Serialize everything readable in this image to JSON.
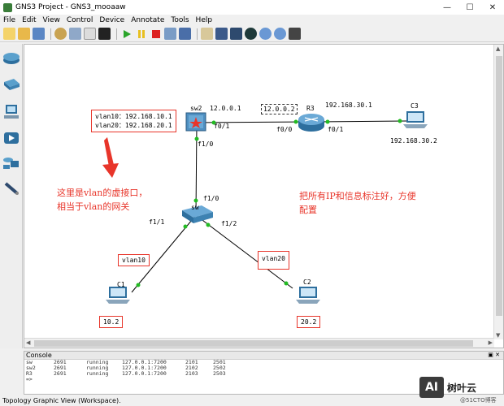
{
  "window": {
    "title": "GNS3 Project - GNS3_mooaaw",
    "minimize": "—",
    "maximize": "☐",
    "close": "✕"
  },
  "menu": [
    "File",
    "Edit",
    "View",
    "Control",
    "Device",
    "Annotate",
    "Tools",
    "Help"
  ],
  "topology": {
    "devices": {
      "sw2": "sw2",
      "r3": "R3",
      "c3": "C3",
      "sw": "sw",
      "c1": "C1",
      "c2": "C2"
    },
    "ips": {
      "sw2_r3": "12.0.0.1",
      "r3_sw2": "12.0.0.2",
      "r3_c3": "192.168.30.1",
      "c3": "192.168.30.2"
    },
    "ports": {
      "sw2_f01": "f0/1",
      "r3_f00": "f0/0",
      "r3_f01": "f0/1",
      "sw2_f10": "f1/0",
      "sw_f10": "f1/0",
      "sw_f11": "f1/1",
      "sw_f12": "f1/2"
    },
    "vlan_box": {
      "line1": "vlan10：192.168.10.1",
      "line2": "vlan20：192.168.20.1"
    },
    "vlan10": "vlan10",
    "vlan20": "vlan20",
    "c1_ip": "10.2",
    "c2_ip": "20.2",
    "note_left_1": "这里是vlan的虚接口，",
    "note_left_2": "相当于vlan的网关",
    "note_right_1": "把所有IP和信息标注好，方便",
    "note_right_2": "配置"
  },
  "console": {
    "title": "Console",
    "rows": [
      [
        "sw",
        "2691",
        "running",
        "127.0.0.1:7200",
        "2101",
        "2501"
      ],
      [
        "sw2",
        "2691",
        "running",
        "127.0.0.1:7200",
        "2102",
        "2502"
      ],
      [
        "R3",
        "2691",
        "running",
        "127.0.0.1:7200",
        "2103",
        "2503"
      ]
    ],
    "prompt": "=>"
  },
  "status": "Topology Graphic View (Workspace).",
  "watermark": {
    "logo": "AI",
    "name": "树叶云",
    "sub": "@51CTO博客"
  },
  "colors": {
    "accent_red": "#e8352a",
    "link_green": "#22bb22"
  }
}
